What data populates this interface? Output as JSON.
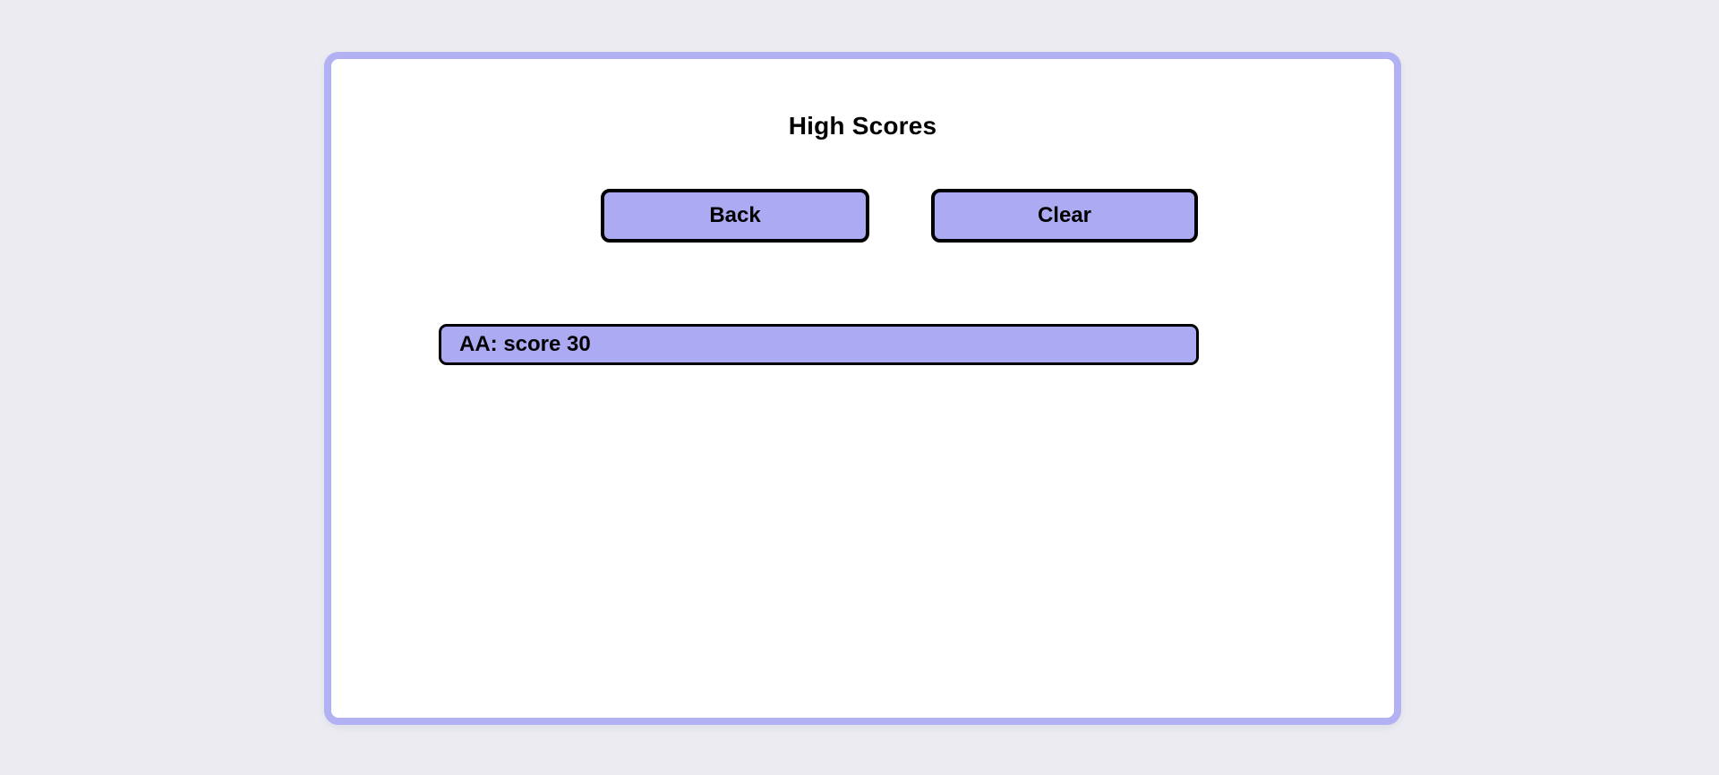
{
  "panel": {
    "title": "High Scores",
    "buttons": {
      "back": "Back",
      "clear": "Clear"
    }
  },
  "scores": [
    {
      "label": "AA: score 30"
    }
  ],
  "colors": {
    "page_background": "#ebebf1",
    "panel_background": "#ffffff",
    "panel_border": "#b2b1f4",
    "button_background": "#abaaf2",
    "button_border": "#000000",
    "text": "#000000"
  }
}
